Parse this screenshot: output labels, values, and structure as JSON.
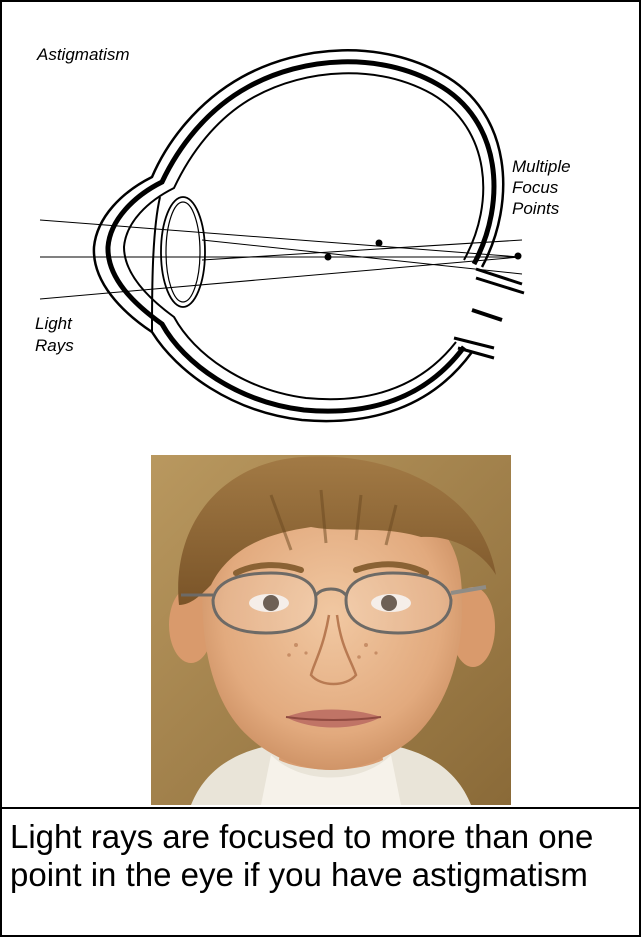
{
  "diagram": {
    "title": "Astigmatism",
    "focus_label_lines": [
      "Multiple",
      "Focus",
      "Points"
    ],
    "rays_label_lines": [
      "Light",
      "Rays"
    ]
  },
  "photo": {
    "subject": "boy-wearing-glasses"
  },
  "caption": "Light rays are focused to more than one point in the eye if you have astigmatism"
}
